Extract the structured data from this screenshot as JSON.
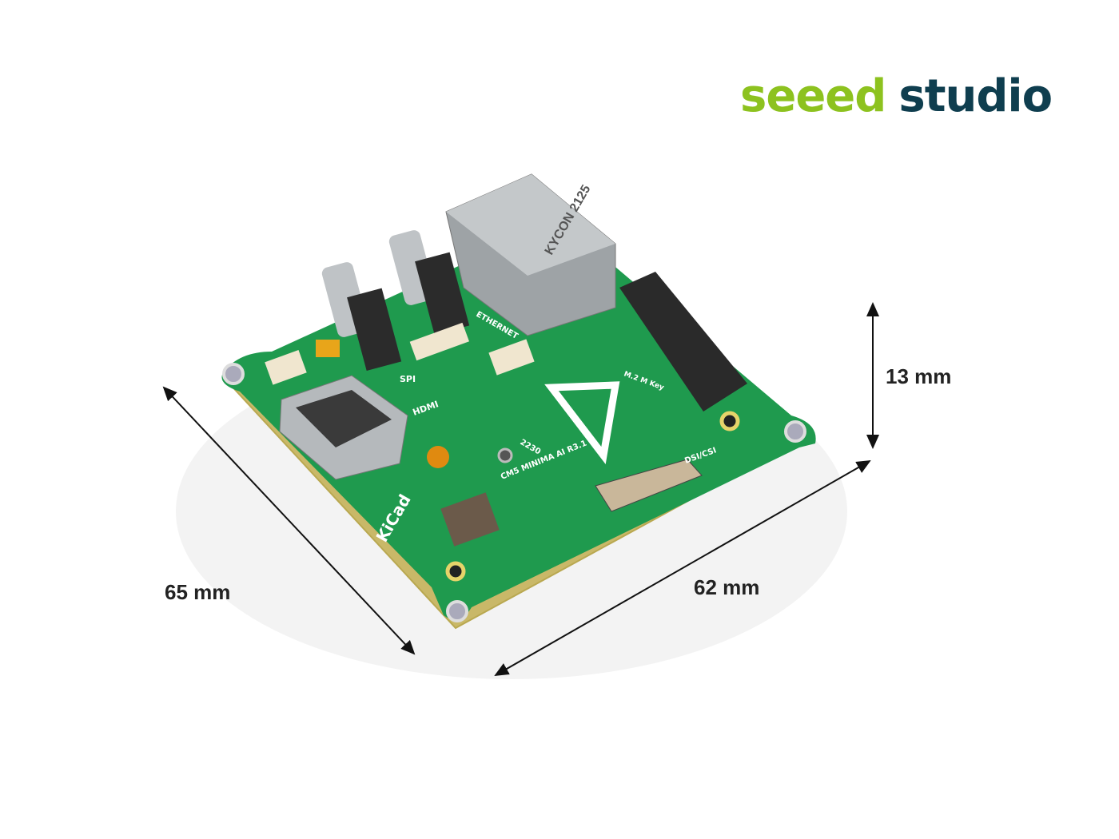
{
  "brand": {
    "part1": "seeed",
    "part2": "studio",
    "color1": "#8dc21f",
    "color2": "#0f3e4f"
  },
  "dimensions": {
    "width": "62 mm",
    "depth": "65 mm",
    "height": "13 mm"
  },
  "board_labels": {
    "hdmi": "HDMI",
    "ethernet": "ETHERNET",
    "spi": "SPI",
    "connector": "KYCON 2125",
    "model": "CM5 MINIMA AI R3.1",
    "m2": "M.2 M Key",
    "kicad": "KiCad",
    "dsi": "DSI/CSI",
    "size": "2230"
  }
}
